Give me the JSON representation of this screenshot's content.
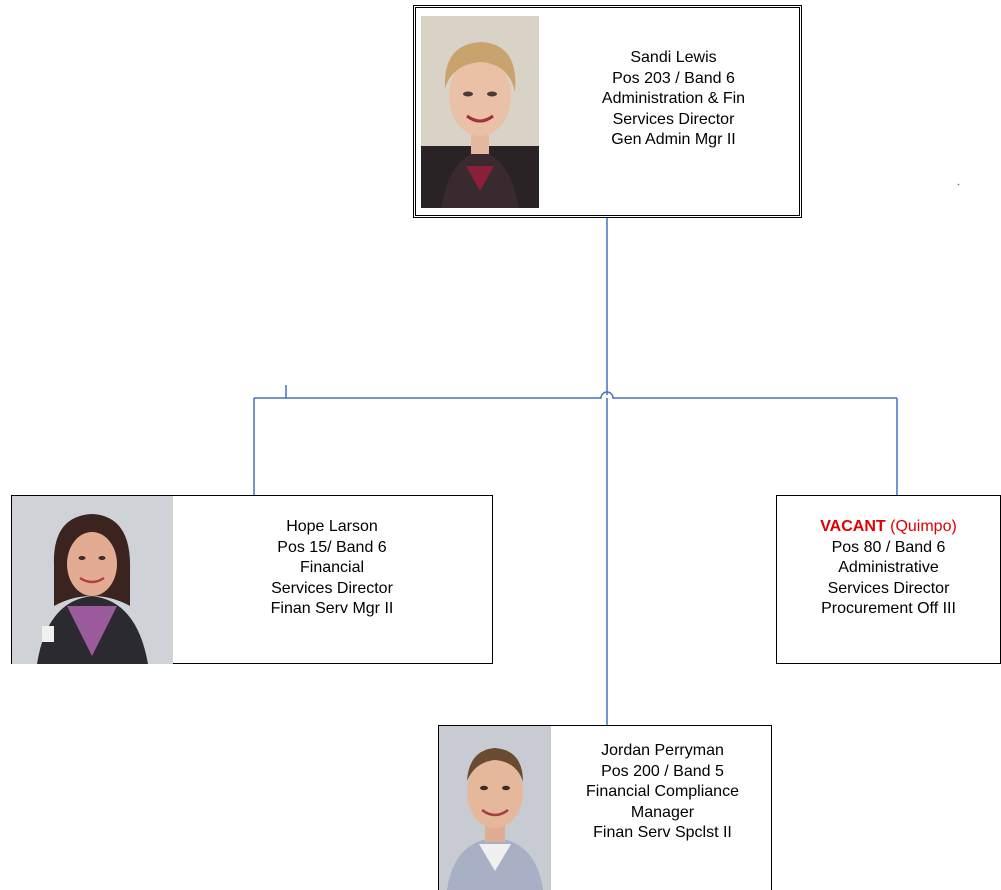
{
  "nodes": {
    "director": {
      "name": "Sandi Lewis",
      "position": "Pos 203 / Band 6",
      "title_line1": "Administration & Fin",
      "title_line2": "Services Director",
      "classification": "Gen Admin Mgr II",
      "photo_icon": "portrait-photo"
    },
    "financial": {
      "name": "Hope Larson",
      "position": "Pos 15/ Band 6",
      "title_line1": "Financial",
      "title_line2": "Services Director",
      "classification": "Finan Serv Mgr II",
      "photo_icon": "portrait-photo"
    },
    "administrative": {
      "vacant_label": "VACANT",
      "vacant_note": "(Quimpo)",
      "position": "Pos 80 / Band 6",
      "title_line1": "Administrative",
      "title_line2": "Services Director",
      "classification": "Procurement Off III",
      "accent_color": "#e00000"
    },
    "compliance": {
      "name": "Jordan Perryman",
      "position": "Pos 200 / Band 5",
      "title_line1": "Financial Compliance",
      "title_line2": "Manager",
      "classification": "Finan Serv Spclst II",
      "photo_icon": "portrait-photo"
    }
  },
  "connector_color": "#4472c4"
}
